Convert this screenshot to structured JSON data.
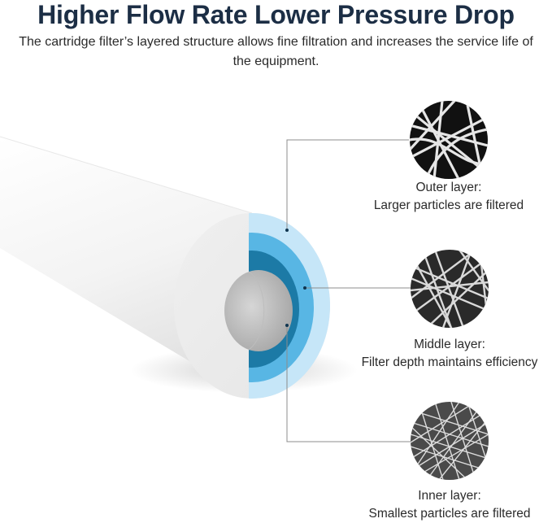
{
  "header": {
    "title": "Higher Flow Rate Lower Pressure Drop",
    "subtitle": "The cartridge filter’s layered structure allows fine filtration and increases the service life of the equipment."
  },
  "product": {
    "name": "cartridge-filter",
    "layer_colors": {
      "outer": "#c6e6f8",
      "middle": "#58b6e4",
      "inner": "#1c7aa6",
      "core": "#d8d8d8",
      "body": "#f4f4f4"
    }
  },
  "layers": [
    {
      "name": "Outer layer:",
      "description": "Larger particles are filtered",
      "thumb_bg": "#111111",
      "fiber_color": "#e6e6e6"
    },
    {
      "name": "Middle layer:",
      "description": "Filter depth maintains efficiency",
      "thumb_bg": "#2a2a2a",
      "fiber_color": "#d9d9d9"
    },
    {
      "name": "Inner layer:",
      "description": "Smallest particles are filtered",
      "thumb_bg": "#4a4a4a",
      "fiber_color": "#dcdcdc"
    }
  ],
  "colors": {
    "title": "#1c2e45",
    "text": "#2b2b2b",
    "leader_line": "#8c8c8c"
  }
}
